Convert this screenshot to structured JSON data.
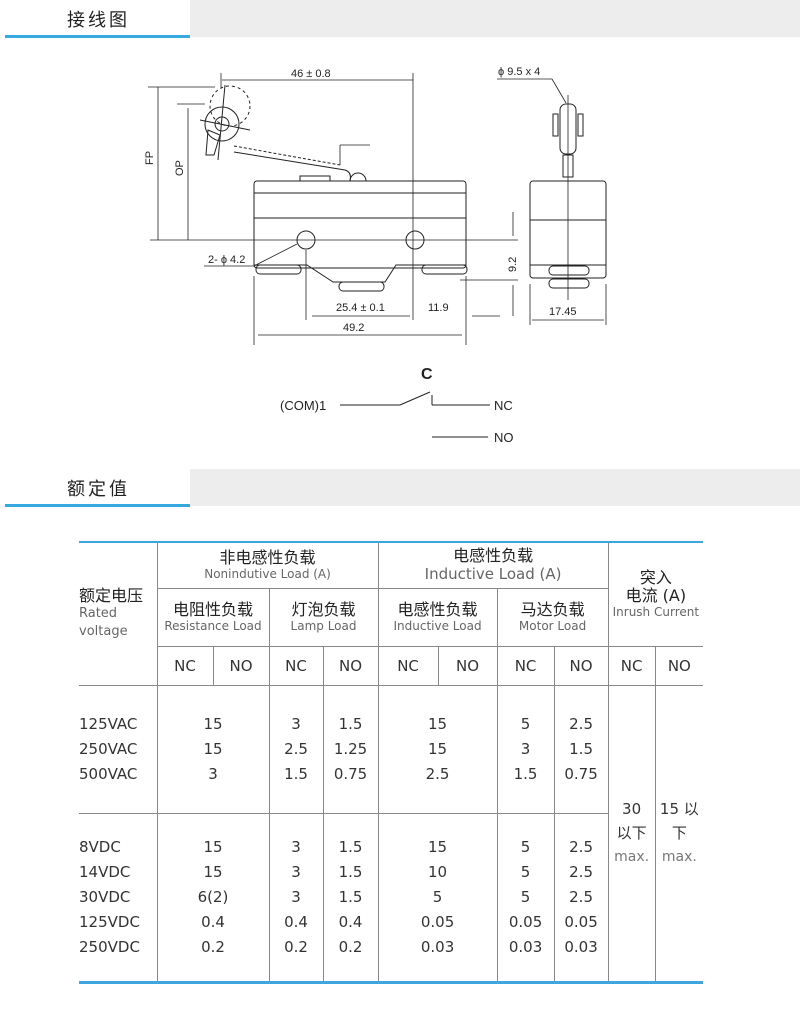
{
  "sections": {
    "wiring": "接线图",
    "rating": "额定值"
  },
  "diagram": {
    "dim_46": "46 ± 0.8",
    "dim_roller": "ϕ 9.5 x 4",
    "fp": "FP",
    "op": "OP",
    "holes": "2- ϕ 4.2",
    "dim_92": "9.2",
    "dim_254": "25.4 ± 0.1",
    "dim_119": "11.9",
    "dim_492": "49.2",
    "dim_1745": "17.45"
  },
  "circuit": {
    "c": "C",
    "com": "(COM)1",
    "nc": "NC",
    "no": "NO"
  },
  "table": {
    "voltage_cn": "额定电压",
    "voltage_en1": "Rated",
    "voltage_en2": "voltage",
    "noninductive_cn": "非电感性负载",
    "noninductive_en": "Nonindutive Load (A)",
    "inductive_cn": "电感性负载",
    "inductive_en": "Inductive Load (A)",
    "inrush_cn1": "突入",
    "inrush_cn2": "电流 (A)",
    "inrush_en": "Inrush Current",
    "resistance_cn": "电阻性负载",
    "resistance_en": "Resistance Load",
    "lamp_cn": "灯泡负载",
    "lamp_en": "Lamp Load",
    "inductive2_cn": "电感性负载",
    "inductive2_en": "Inductive Load",
    "motor_cn": "马达负载",
    "motor_en": "Motor Load",
    "nc": "NC",
    "no": "NO",
    "ac": {
      "voltage": [
        "125VAC",
        "250VAC",
        "500VAC"
      ],
      "resistance": [
        "15",
        "15",
        "3"
      ],
      "lamp_nc": [
        "3",
        "2.5",
        "1.5"
      ],
      "lamp_no": [
        "1.5",
        "1.25",
        "0.75"
      ],
      "inductive": [
        "15",
        "15",
        "2.5"
      ],
      "motor_nc": [
        "5",
        "3",
        "1.5"
      ],
      "motor_no": [
        "2.5",
        "1.5",
        "0.75"
      ]
    },
    "dc": {
      "voltage": [
        "8VDC",
        "14VDC",
        "30VDC",
        "125VDC",
        "250VDC"
      ],
      "resistance": [
        "15",
        "15",
        "6(2)",
        "0.4",
        "0.2"
      ],
      "lamp_nc": [
        "3",
        "3",
        "3",
        "0.4",
        "0.2"
      ],
      "lamp_no": [
        "1.5",
        "1.5",
        "1.5",
        "0.4",
        "0.2"
      ],
      "inductive": [
        "15",
        "10",
        "5",
        "0.05",
        "0.03"
      ],
      "motor_nc": [
        "5",
        "5",
        "5",
        "0.05",
        "0.03"
      ],
      "motor_no": [
        "2.5",
        "2.5",
        "2.5",
        "0.05",
        "0.03"
      ]
    },
    "inrush_nc": [
      "30",
      "以下",
      "max."
    ],
    "inrush_no": [
      "15 以",
      "下",
      "max."
    ]
  }
}
